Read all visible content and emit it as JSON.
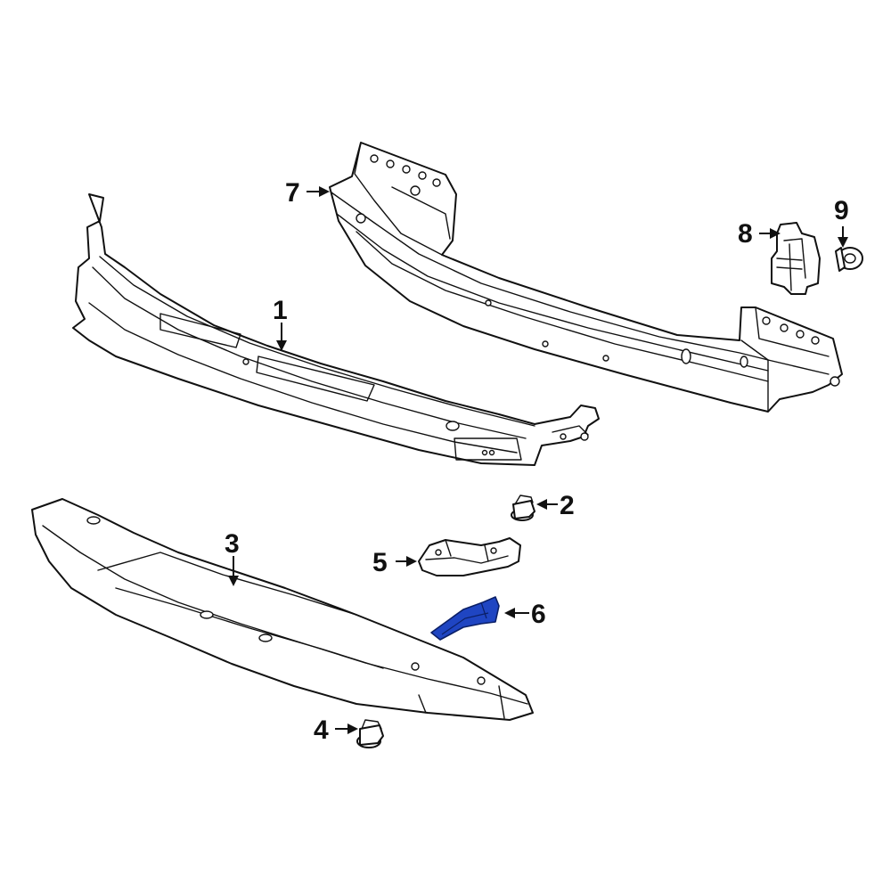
{
  "callouts": {
    "c1": "1",
    "c2": "2",
    "c3": "3",
    "c4": "4",
    "c5": "5",
    "c6": "6",
    "c7": "7",
    "c8": "8",
    "c9": "9"
  },
  "colors": {
    "highlight": "#1f45c2",
    "line": "#111111",
    "background": "#ffffff"
  },
  "highlighted_part": "6"
}
